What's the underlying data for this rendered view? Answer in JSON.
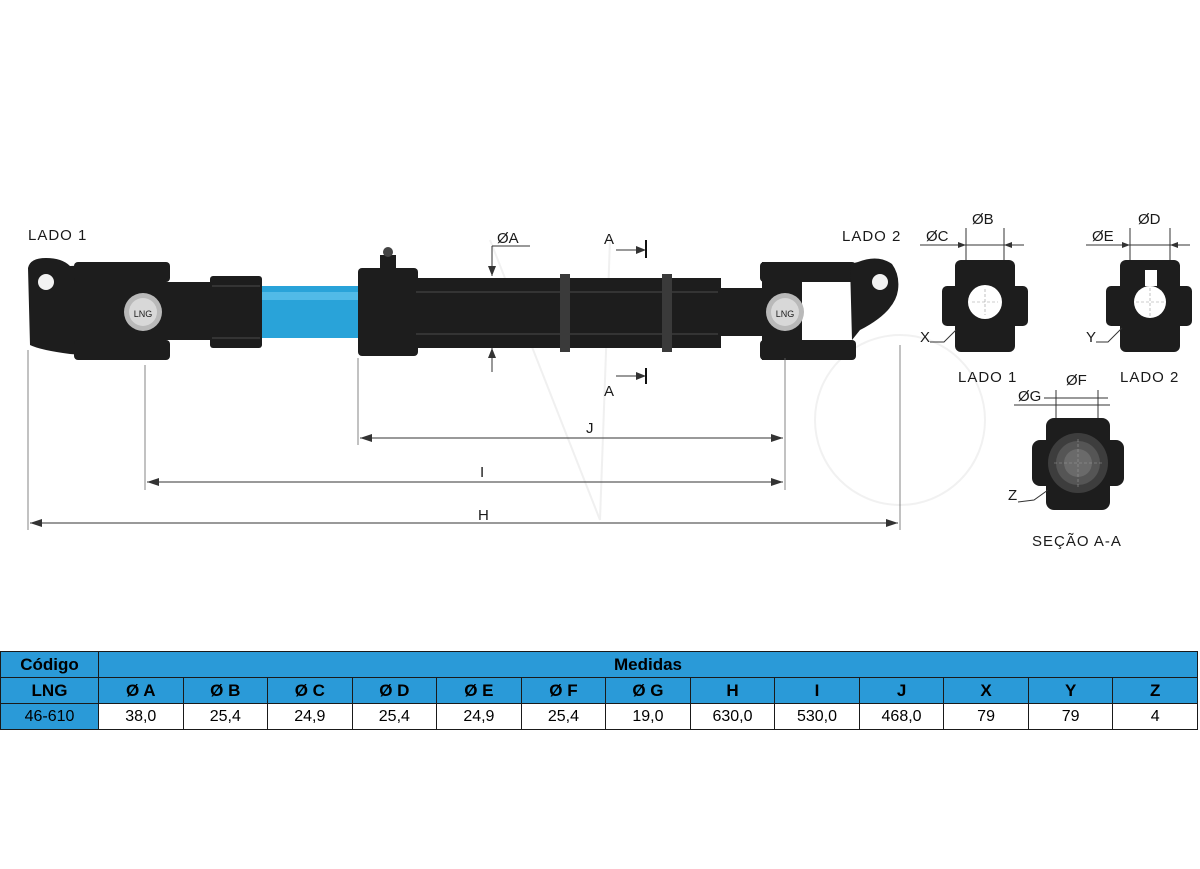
{
  "labels": {
    "lado1": "LADO 1",
    "lado2": "LADO 2",
    "dim_a": "ØA",
    "section_mark_a": "A",
    "dim_j": "J",
    "dim_i": "I",
    "dim_h": "H",
    "logo_yoke": "LNG"
  },
  "views": {
    "lado1": {
      "title": "LADO 1",
      "dim_outer": "ØC",
      "dim_inner": "ØB",
      "marker": "X"
    },
    "lado2": {
      "title": "LADO 2",
      "dim_outer": "ØE",
      "dim_inner": "ØD",
      "marker": "Y"
    },
    "section": {
      "title": "SEÇÃO A-A",
      "dim_outer": "ØG",
      "dim_inner": "ØF",
      "marker": "Z"
    }
  },
  "table": {
    "header_code": "Código",
    "header_measures": "Medidas",
    "header_brand": "LNG",
    "columns": [
      "Ø A",
      "Ø B",
      "Ø C",
      "Ø D",
      "Ø E",
      "Ø F",
      "Ø G",
      "H",
      "I",
      "J",
      "X",
      "Y",
      "Z"
    ],
    "rows": [
      {
        "code": "46-610",
        "values": [
          "38,0",
          "25,4",
          "24,9",
          "25,4",
          "24,9",
          "25,4",
          "19,0",
          "630,0",
          "530,0",
          "468,0",
          "79",
          "79",
          "4"
        ]
      }
    ]
  },
  "colors": {
    "table_header": "#2a9ad8",
    "shaft_blue": "#29a3d9",
    "part_black": "#1d1d1d"
  }
}
